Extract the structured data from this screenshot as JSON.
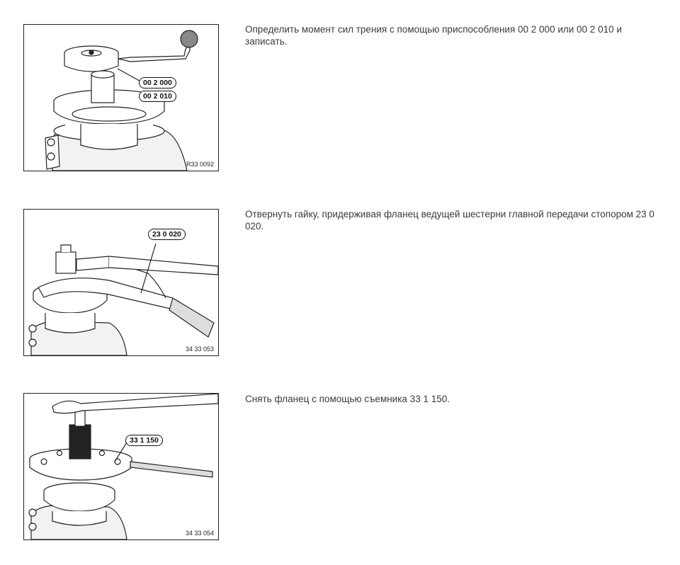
{
  "steps": [
    {
      "text": "Определить момент сил трения с помощью приспособления 00 2 000 или 00 2 010 и записать.",
      "tools": [
        "00 2 000",
        "00 2 010"
      ],
      "figure_code": "R33 0092"
    },
    {
      "text": "Отвернуть гайку, придерживая фланец ведущей шестерни главной передачи стопором 23 0 020.",
      "tools": [
        "23 0 020"
      ],
      "figure_code": "34 33 053"
    },
    {
      "text": "Снять фланец с помощью съемника 33 1 150.",
      "tools": [
        "33 1 150"
      ],
      "figure_code": "34 33 054"
    }
  ]
}
